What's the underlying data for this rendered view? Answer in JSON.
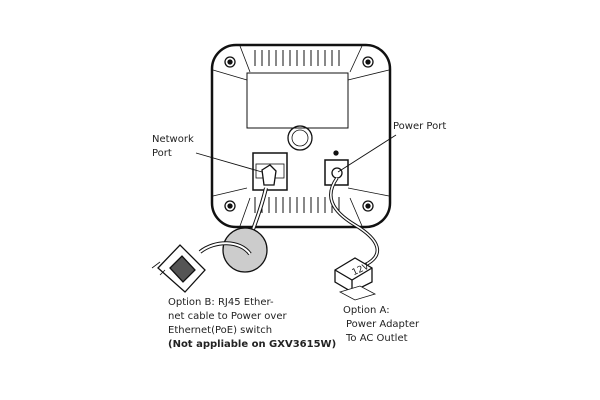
{
  "labels": {
    "network_port": [
      "Network",
      "Port"
    ],
    "power_port": "Power Port",
    "option_b": [
      "Option B: RJ45 Ether-",
      "net cable to Power over",
      "Ethernet(PoE) switch",
      "(Not appliable on GXV3615W)"
    ],
    "option_a": [
      "Option A:",
      "Power Adapter",
      "To AC Outlet"
    ],
    "adapter_voltage": "12V"
  }
}
